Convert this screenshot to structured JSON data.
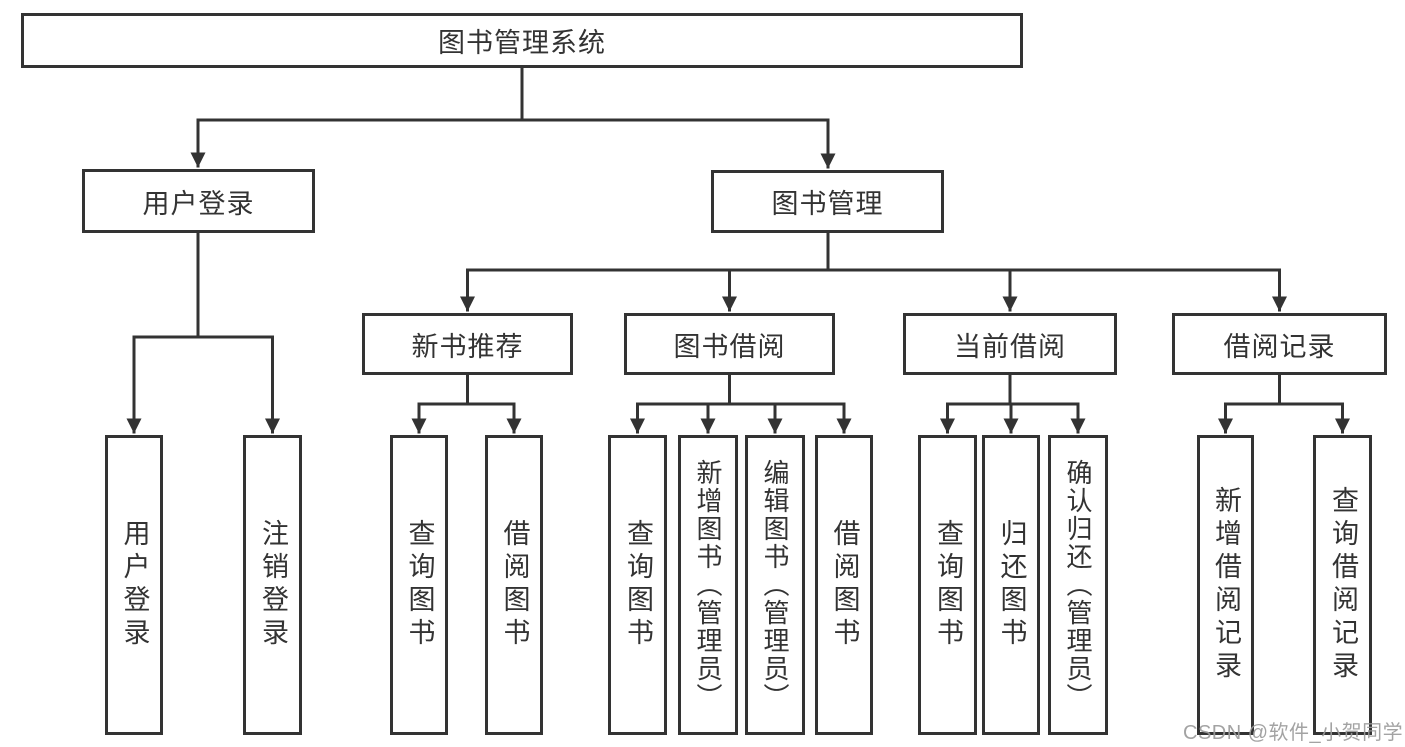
{
  "tree": {
    "label": "图书管理系统",
    "children": [
      {
        "label": "用户登录",
        "children": [
          {
            "label": "用户登录"
          },
          {
            "label": "注销登录"
          }
        ]
      },
      {
        "label": "图书管理",
        "children": [
          {
            "label": "新书推荐",
            "children": [
              {
                "label": "查询图书"
              },
              {
                "label": "借阅图书"
              }
            ]
          },
          {
            "label": "图书借阅",
            "children": [
              {
                "label": "查询图书"
              },
              {
                "label": "新增图书（管理员）"
              },
              {
                "label": "编辑图书（管理员）"
              },
              {
                "label": "借阅图书"
              }
            ]
          },
          {
            "label": "当前借阅",
            "children": [
              {
                "label": "查询图书"
              },
              {
                "label": "归还图书"
              },
              {
                "label": "确认归还（管理员）"
              }
            ]
          },
          {
            "label": "借阅记录",
            "children": [
              {
                "label": "新增借阅记录"
              },
              {
                "label": "查询借阅记录"
              }
            ]
          }
        ]
      }
    ]
  },
  "watermark": {
    "text": "CSDN @软件_小贺同学"
  },
  "colors": {
    "line": "#333333",
    "box_border": "#333333",
    "text": "#333333",
    "background": "#ffffff",
    "watermark": "#9c9c9c"
  }
}
